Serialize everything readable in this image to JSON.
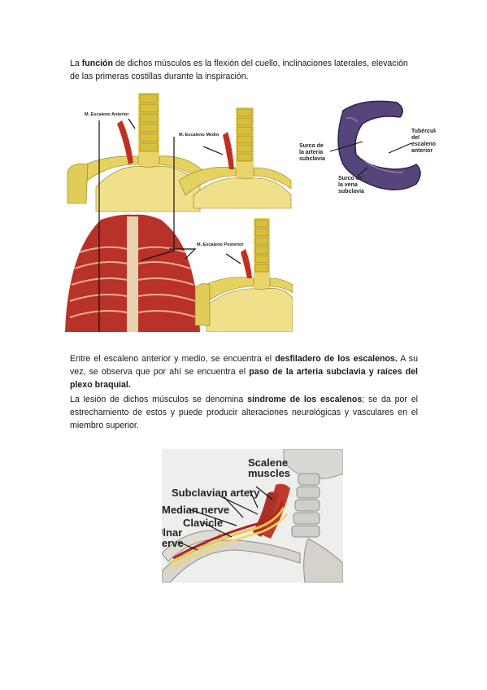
{
  "paragraph1": {
    "t1": "La ",
    "b1": "función",
    "t2": " de dichos músculos es la flexión del cuello, inclinaciones laterales, elevación de las primeras costillas durante la inspiración."
  },
  "figure1": {
    "label_anterior": "M. Escaleno Anterior",
    "label_medio": "M. Escaleno Medio",
    "label_posterior": "M. Escaleno Posterior"
  },
  "figure2": {
    "label_surco_arteria": [
      "Surco de",
      "la arteria",
      "subclavia"
    ],
    "label_tuberculo": [
      "Tubérculo",
      "del",
      "escaleno",
      "anterior"
    ],
    "label_surco_vena": [
      "Surco de",
      "la vena",
      "subclavia"
    ]
  },
  "paragraph2": {
    "t1": "Entre el escaleno anterior y medio, se encuentra el ",
    "b1": "desfiladero de los escalenos.",
    "t2": " A su vez, se observa que por ahí se encuentra el ",
    "b2": "paso de la arteria subclavia y raíces del plexo braquial."
  },
  "paragraph3": {
    "t1": "La lesión de dichos músculos se denomina ",
    "b1": "síndrome de los escalenos",
    "t2": "; se da por el estrechamiento de estos y puede producir alteraciones neurológicas y vasculares en el miembro superior."
  },
  "figure3": {
    "label_scalene": [
      "Scalene",
      "muscles"
    ],
    "label_subclavian": "Subclavian artery",
    "label_median": "Median nerve",
    "label_clavicle": "Clavicle",
    "label_ulnar": [
      "Ulnar",
      "nerve"
    ]
  }
}
